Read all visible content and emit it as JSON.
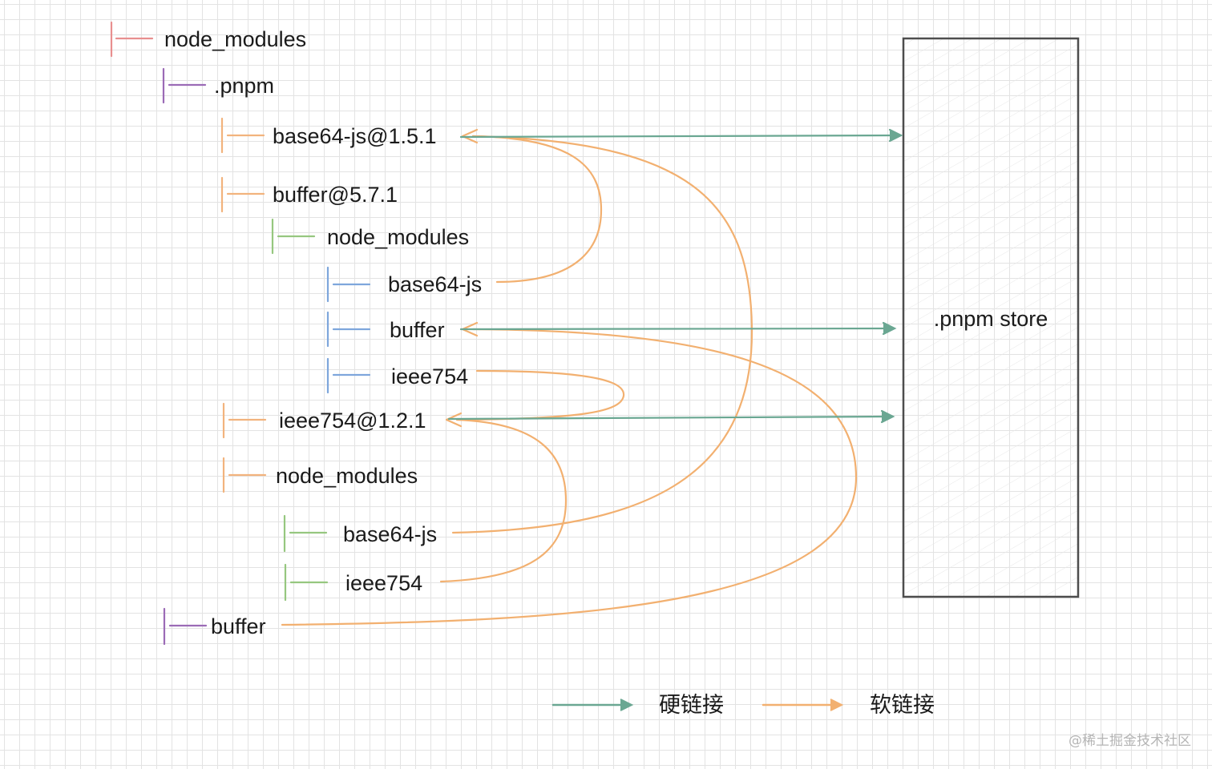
{
  "colors": {
    "root": "#e88f8f",
    "pnpm": "#9b6bb6",
    "pkg": "#f2b37d",
    "inner": "#96c77f",
    "dep": "#7ea6dc",
    "hard_link": "#6aa792",
    "soft_link": "#f2b070",
    "store_border": "#4d4d4d"
  },
  "tree": {
    "root": "node_modules",
    "pnpm_dir": ".pnpm",
    "base64_pkg": "base64-js@1.5.1",
    "buffer_pkg": "buffer@5.7.1",
    "buffer_node_modules": "node_modules",
    "buffer_dep_base64": "base64-js",
    "buffer_dep_buffer": "buffer",
    "buffer_dep_ieee": "ieee754",
    "ieee_pkg": "ieee754@1.2.1",
    "ieee_node_modules": "node_modules",
    "ieee_dep_base64": "base64-js",
    "ieee_dep_ieee": "ieee754",
    "root_buffer": "buffer"
  },
  "store": {
    "label": ".pnpm store"
  },
  "legend": {
    "hard_link": "硬链接",
    "soft_link": "软链接"
  },
  "watermark": "@稀土掘金技术社区"
}
